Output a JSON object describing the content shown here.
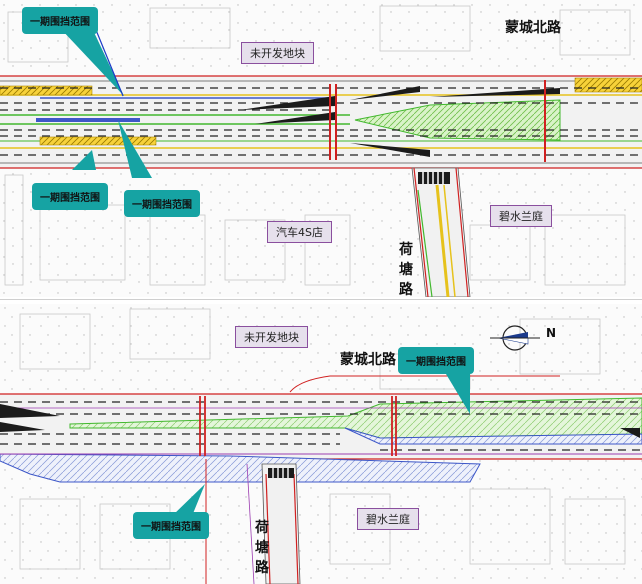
{
  "top_panel": {
    "road_label": "蒙城北路",
    "side_road_label": "荷塘路",
    "places": [
      "未开发地块",
      "汽车4S店",
      "碧水兰庭"
    ],
    "callouts": [
      "一期围挡范围",
      "一期围挡范围",
      "一期围挡范围"
    ]
  },
  "bottom_panel": {
    "road_label": "蒙城北路",
    "side_road_label": "荷塘路",
    "places": [
      "未开发地块",
      "碧水兰庭"
    ],
    "callouts": [
      "一期围挡范围",
      "一期围挡范围"
    ],
    "compass_letter": "N"
  },
  "colors": {
    "callout_fill": "#16a3a3",
    "place_label_fill": "#e6e0ec",
    "place_label_border": "#8a4f9e",
    "hoarding_hatch_blue": "#3d57c8",
    "hoarding_hatch_yellow": "#f0c030",
    "green_zone": "#42b82e",
    "red_line": "#d02020"
  }
}
